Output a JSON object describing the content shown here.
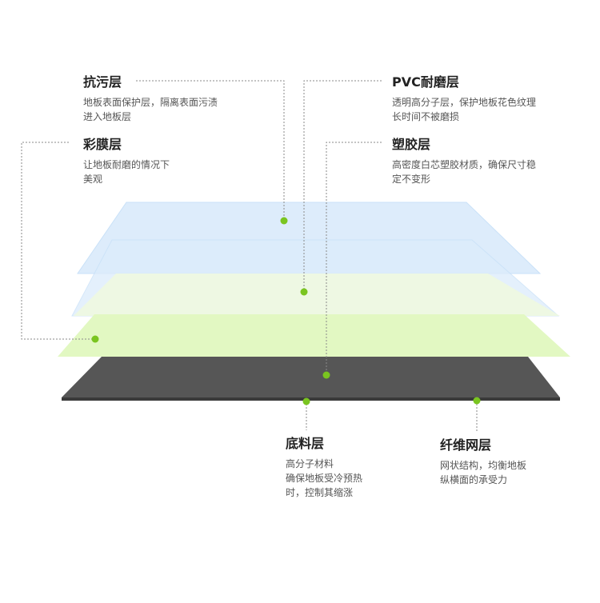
{
  "colors": {
    "blue_layer": "#dcecfb",
    "blue_layer_edge": "#c7e0f8",
    "green_pale_layer": "#eef8e0",
    "green_layer": "#e2f8c2",
    "dark_layer": "#565656",
    "dark_layer_edge": "#3a3a3a",
    "marker_dot": "#7ac520",
    "leader_line": "#8a8a8a",
    "title_text": "#222222",
    "desc_text": "#555555"
  },
  "labels": {
    "anti_stain": {
      "title": "抗污层",
      "desc": [
        "地板表面保护层，隔离表面污渍",
        "进入地板层"
      ]
    },
    "color_film": {
      "title": "彩膜层",
      "desc": [
        "让地板耐磨的情况下",
        "美观"
      ]
    },
    "pvc_wear": {
      "title": "PVC耐磨层",
      "desc": [
        "透明高分子层，保护地板花色纹理",
        "长时间不被磨损"
      ]
    },
    "plastic": {
      "title": "塑胶层",
      "desc": [
        "高密度白芯塑胶材质，确保尺寸稳",
        "定不变形"
      ]
    },
    "base": {
      "title": "底料层",
      "desc": [
        "高分子材料",
        "确保地板受冷预热",
        "时，控制其缩涨"
      ]
    },
    "fiber": {
      "title": "纤维网层",
      "desc": [
        "网状结构，均衡地板",
        "纵横面的承受力"
      ]
    }
  }
}
